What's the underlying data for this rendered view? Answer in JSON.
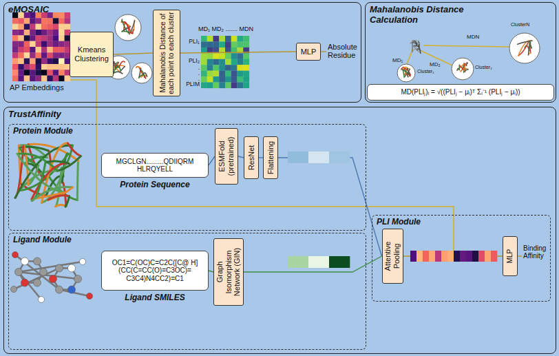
{
  "diagram": {
    "nodes": [
      {
        "text": [
          "eMOSAIC"
        ]
      },
      {
        "text": [
          "Kmeans Clustering"
        ],
        "in": 0
      },
      {
        "text": [
          "Mahalanobis Distance of each point to each cluster"
        ],
        "in": 0
      },
      {
        "text": [
          "MLP"
        ],
        "in": 0
      },
      {
        "text": [
          "Mahalanobis Distance Calculation"
        ]
      },
      {
        "text": [
          "MD(PLIⱼ)ᵢ = √((PLIⱼ − μᵢ)ᵀ Σᵢ⁻¹ (PLIⱼ − μᵢ))"
        ],
        "in": 4
      },
      {
        "text": [
          "TrustAffinity"
        ]
      },
      {
        "text": [
          "Protein Module"
        ],
        "in": 6
      },
      {
        "text": [
          "MGCLGN.........QDIIQRM HLRQYELL"
        ],
        "in": 7
      },
      {
        "text": [
          "ESMFold (pretrained)"
        ],
        "in": 7
      },
      {
        "text": [
          "ResNet"
        ],
        "in": 7
      },
      {
        "text": [
          "Flattening"
        ],
        "in": 7
      },
      {
        "text": [
          "Ligand Module"
        ],
        "in": 6
      },
      {
        "text": [
          "OC1=C(OC)C=C2C([C@ H](CC(C=CC(O)=C3OC)= C3C4)N4CC2)=C1"
        ],
        "in": 12
      },
      {
        "text": [
          "Graph Isomorphism Network (GIN)"
        ],
        "in": 12
      },
      {
        "text": [
          "PLI Module"
        ],
        "in": 6
      },
      {
        "text": [
          "Attentive Pooling"
        ],
        "in": 15
      },
      {
        "text": [
          "MLP"
        ],
        "in": 15
      }
    ],
    "edges": [
      {
        "from": 1,
        "to": 2,
        "arrow": "none"
      },
      {
        "from": 2,
        "to": 3,
        "arrow": "none"
      },
      {
        "from": 8,
        "to": 9,
        "arrow": "none"
      },
      {
        "from": 9,
        "to": 10,
        "arrow": "none"
      },
      {
        "from": 10,
        "to": 11,
        "arrow": "none"
      },
      {
        "from": 11,
        "to": 16,
        "arrow": "none"
      },
      {
        "from": 13,
        "to": 14,
        "arrow": "none"
      },
      {
        "from": 14,
        "to": 16,
        "arrow": "none"
      },
      {
        "from": 16,
        "to": 17,
        "arrow": "none"
      }
    ],
    "labels": [
      "AP Embeddings",
      "MD₁ MD₂ ....... MDN",
      "PLI₁",
      "PLI₂",
      ".",
      ".",
      ".",
      "PLIM",
      "Absolute Residue",
      "MD₁",
      "MD₂",
      "MDN",
      "Cluster₁",
      "Cluster₂",
      "ClusterN",
      "Protein Sequence",
      "Ligand SMILES",
      "Binding Affinity"
    ]
  }
}
